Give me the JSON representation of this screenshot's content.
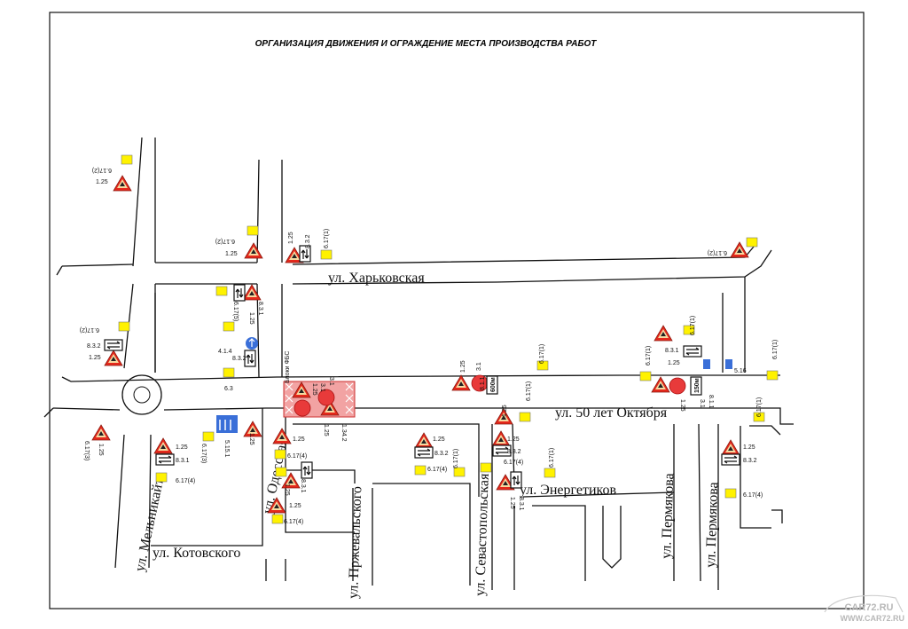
{
  "title": "ОРГАНИЗАЦИЯ ДВИЖЕНИЯ И ОГРАЖДЕНИЕ МЕСТА ПРОИЗВОДСТВА РАБОТ",
  "streets": {
    "kharkovskaya": "ул. Харьковская",
    "oktyabrya": "ул. 50 лет Октября",
    "melnikaite": "ул. Мельникайте",
    "odesskaya": "ул. Одесская",
    "przhevalskogo": "ул. Пржевальского",
    "kotovskogo": "ул. Котовского",
    "sevastopolskaya": "ул. Севастопольская",
    "energetikov": "ул. Энергетиков",
    "permyakova_1": "ул. Пермякова",
    "permyakova_2": "ул. Пермякова"
  },
  "notes": {
    "bloki_fbs": "Блоки ФБС"
  },
  "distances": {
    "d600": "600м",
    "d150": "150м"
  },
  "sign_codes": {
    "s125": "1.25",
    "s125b": "1.25",
    "s617_2": "6.17(2)",
    "s617_1": "6.17(1)",
    "s617_3": "6.17(3)",
    "s617_4": "6.17(4)",
    "s617_5": "6.17(5)",
    "s831": "8.3.1",
    "s832": "8.3.2",
    "s31": "3.1",
    "s811": "8.1.1",
    "s414": "4.1.4",
    "s1342": "1.34.2",
    "s5151": "5.15.1",
    "s516": "5.16",
    "s63": "6.3"
  },
  "watermark": {
    "site1": "CAR72.RU",
    "site2": "WWW.CAR72.RU"
  },
  "colors": {
    "warning_triangle": "#e5291c",
    "info_plate": "#fff200",
    "no_entry": "#e83a3a",
    "blue_sign": "#3a6fd8",
    "barrier": "#e94a4a"
  }
}
